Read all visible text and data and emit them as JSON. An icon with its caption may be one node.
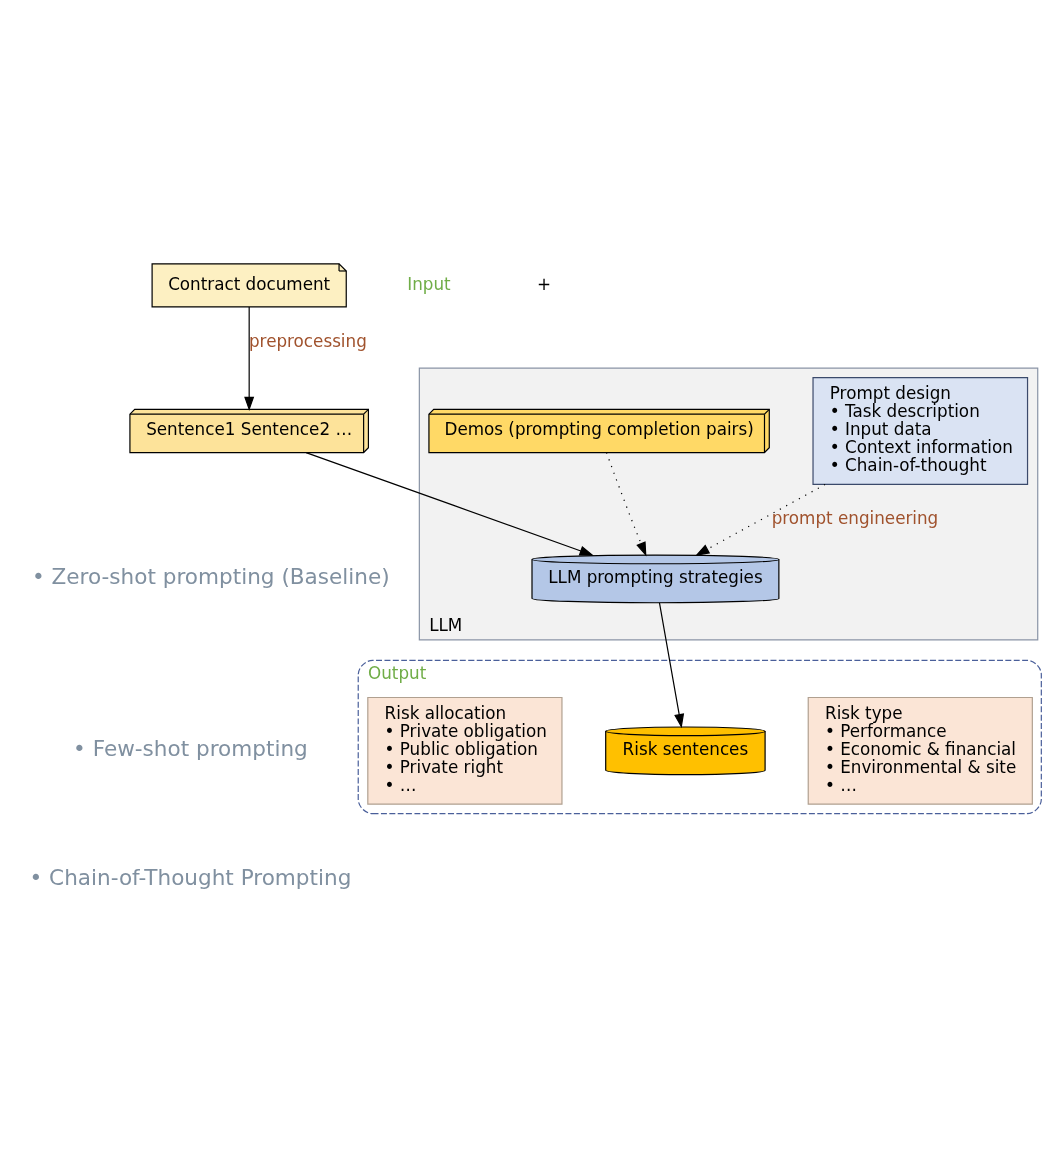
{
  "diagram": {
    "nodes": [
      {
        "text": [
          "Contract document"
        ]
      },
      {
        "text": [
          "Sentence1 Sentence2 …"
        ]
      },
      {
        "text": [
          "LLM"
        ]
      },
      {
        "text": [
          "Prompt design",
          "• Task description",
          "• Input data",
          "• Context information",
          "• Chain-of-thought"
        ],
        "in": 2
      },
      {
        "text": [
          "Demos (prompting completion pairs)"
        ],
        "in": 2
      },
      {
        "text": [
          "LLM prompting strategies"
        ],
        "in": 2
      },
      {
        "text": [
          "Output"
        ]
      },
      {
        "text": [
          "Risk type",
          "• Performance",
          "• Economic & financial",
          "• Environmental & site",
          "• …"
        ],
        "in": 6
      },
      {
        "text": [
          "Risk sentences"
        ],
        "in": 6
      },
      {
        "text": [
          "Risk allocation",
          "• Private obligation",
          "• Public obligation",
          "• Private right",
          "• …"
        ],
        "in": 6
      }
    ],
    "edges": [
      {
        "from": 0,
        "to": 1,
        "arrow": "to",
        "label": "preprocessing"
      },
      {
        "from": 1,
        "to": 5,
        "arrow": "to"
      },
      {
        "from": 3,
        "to": 5,
        "arrow": "to",
        "style": "dashed",
        "label": "prompt engineering"
      },
      {
        "from": 4,
        "to": 5,
        "arrow": "to",
        "style": "dashed"
      },
      {
        "from": 5,
        "to": 8,
        "arrow": "to"
      }
    ],
    "labels": [
      "Input",
      "+",
      "• Zero-shot prompting (Baseline)",
      "• Few-shot prompting",
      "• Chain-of-Thought Prompting"
    ]
  }
}
